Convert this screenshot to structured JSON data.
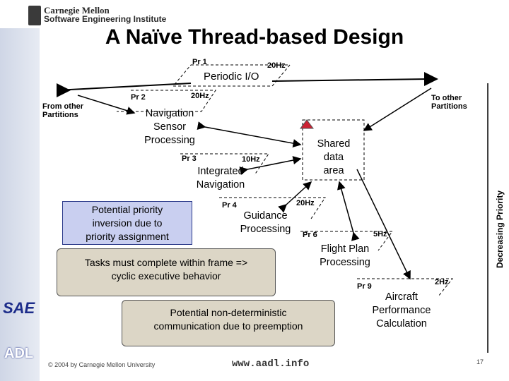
{
  "header": {
    "logo_line1": "Carnegie Mellon",
    "logo_line2": "Software Engineering Institute",
    "title": "A Naïve Thread-based Design"
  },
  "periodic_io": {
    "label": "Periodic I/O",
    "priority": "Pr 1",
    "rate": "20Hz"
  },
  "from_other": "From other Partitions",
  "to_other": "To other Partitions",
  "nav_sensor": {
    "label_lines": [
      "Navigation",
      "Sensor",
      "Processing"
    ],
    "priority": "Pr 2",
    "rate": "20Hz"
  },
  "integrated_nav": {
    "label_lines": [
      "Integrated",
      "Navigation"
    ],
    "priority": "Pr 3",
    "rate": "10Hz"
  },
  "shared_data": {
    "label_lines": [
      "Shared",
      "data",
      "area"
    ]
  },
  "guidance": {
    "label_lines": [
      "Guidance",
      "Processing"
    ],
    "priority": "Pr 4",
    "rate": "20Hz"
  },
  "flight_plan": {
    "label_lines": [
      "Flight Plan",
      "Processing"
    ],
    "priority": "Pr 6",
    "rate": "5Hz"
  },
  "aircraft_perf": {
    "label_lines": [
      "Aircraft",
      "Performance",
      "Calculation"
    ],
    "priority": "Pr 9",
    "rate": "2Hz"
  },
  "notes": {
    "priority_inversion": [
      "Potential priority",
      "inversion due to",
      "priority assignment"
    ],
    "frame": [
      "Tasks must complete within frame =>",
      "cyclic executive behavior"
    ],
    "nondeterministic": [
      "Potential non-deterministic",
      "communication due to preemption"
    ]
  },
  "decreasing_priority": "Decreasing Priority",
  "footer": {
    "copyright": "© 2004 by Carnegie Mellon University",
    "url": "www.aadl.info",
    "page": "17"
  },
  "side_logos": {
    "sae": "SAE",
    "adl": "ADL"
  }
}
